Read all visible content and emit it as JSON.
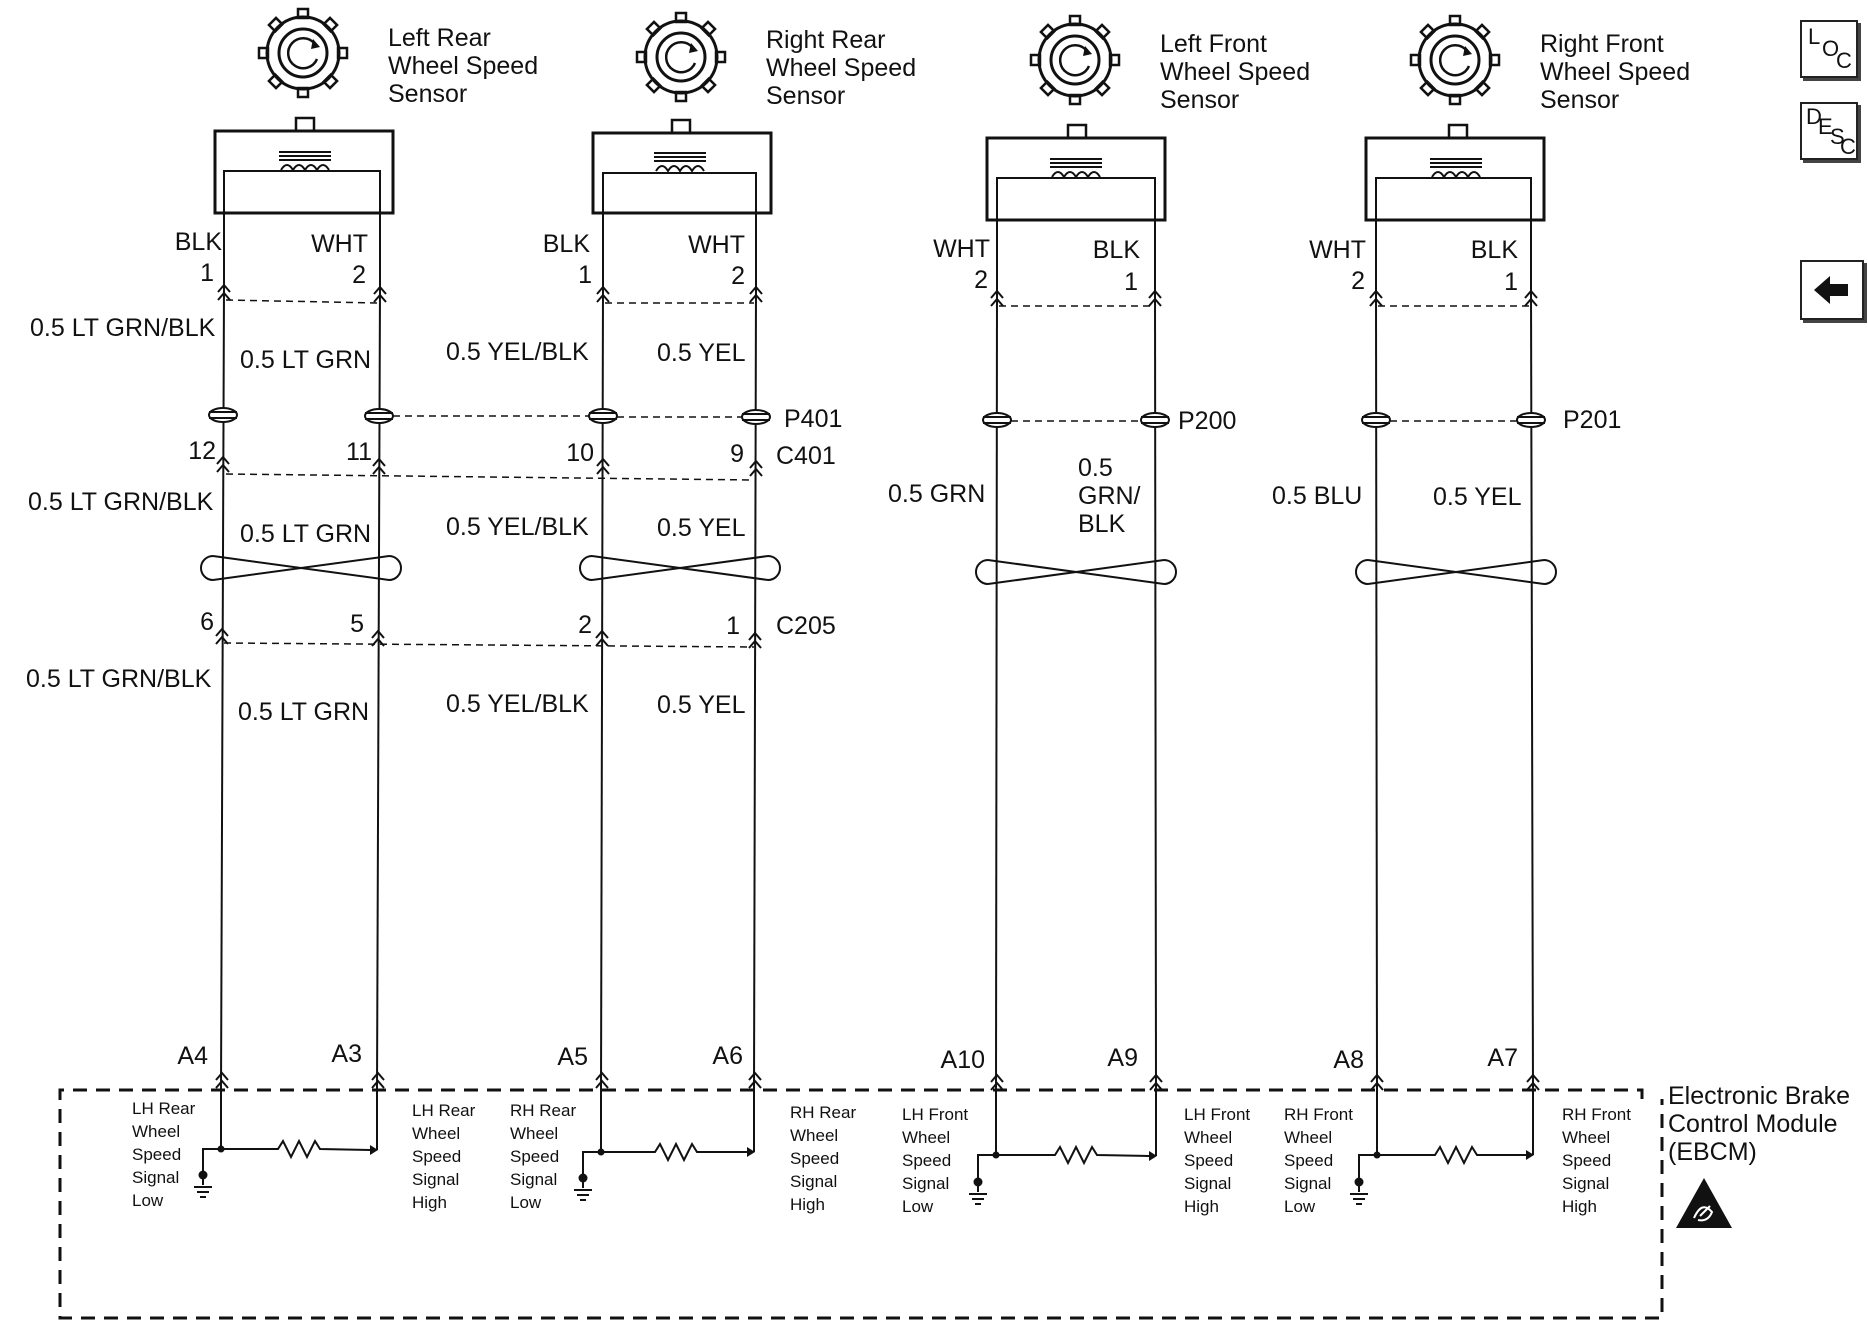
{
  "sensors": [
    {
      "title": [
        "Left Rear",
        "Wheel Speed",
        "Sensor"
      ],
      "left_color": "BLK",
      "left_pin": "1",
      "right_color": "WHT",
      "right_pin": "2"
    },
    {
      "title": [
        "Right Rear",
        "Wheel Speed",
        "Sensor"
      ],
      "left_color": "BLK",
      "left_pin": "1",
      "right_color": "WHT",
      "right_pin": "2"
    },
    {
      "title": [
        "Left Front",
        "Wheel Speed",
        "Sensor"
      ],
      "left_color": "WHT",
      "left_pin": "2",
      "right_color": "BLK",
      "right_pin": "1"
    },
    {
      "title": [
        "Right Front",
        "Wheel Speed",
        "Sensor"
      ],
      "left_color": "WHT",
      "left_pin": "2",
      "right_color": "BLK",
      "right_pin": "1"
    }
  ],
  "wires": {
    "lr_low": [
      "0.5 LT GRN/BLK",
      "0.5 LT GRN/BLK",
      "0.5 LT GRN/BLK"
    ],
    "lr_high": [
      "0.5 LT GRN",
      "0.5 LT GRN",
      "0.5 LT GRN"
    ],
    "rr_low": [
      "0.5 YEL/BLK",
      "0.5 YEL/BLK",
      "0.5 YEL/BLK"
    ],
    "rr_high": [
      "0.5 YEL",
      "0.5 YEL",
      "0.5 YEL"
    ],
    "lf_low": "0.5 GRN",
    "lf_high": [
      "0.5",
      "GRN/",
      "BLK"
    ],
    "rf_low": "0.5 BLU",
    "rf_high": "0.5 YEL"
  },
  "connectors": {
    "p401": "P401",
    "c401": "C401",
    "c205": "C205",
    "p200": "P200",
    "p201": "P201",
    "c401_pins": [
      "12",
      "11",
      "10",
      "9"
    ],
    "c205_pins": [
      "6",
      "5",
      "2",
      "1"
    ]
  },
  "ebcm": {
    "title": [
      "Electronic Brake",
      "Control Module",
      "(EBCM)"
    ],
    "pins": [
      "A4",
      "A3",
      "A5",
      "A6",
      "A10",
      "A9",
      "A8",
      "A7"
    ],
    "signals": [
      [
        "LH Rear",
        "Wheel",
        "Speed",
        "Signal",
        "Low"
      ],
      [
        "LH Rear",
        "Wheel",
        "Speed",
        "Signal",
        "High"
      ],
      [
        "RH Rear",
        "Wheel",
        "Speed",
        "Signal",
        "Low"
      ],
      [
        "RH Rear",
        "Wheel",
        "Speed",
        "Signal",
        "High"
      ],
      [
        "LH Front",
        "Wheel",
        "Speed",
        "Signal",
        "Low"
      ],
      [
        "LH Front",
        "Wheel",
        "Speed",
        "Signal",
        "High"
      ],
      [
        "RH Front",
        "Wheel",
        "Speed",
        "Signal",
        "Low"
      ],
      [
        "RH Front",
        "Wheel",
        "Speed",
        "Signal",
        "High"
      ]
    ]
  },
  "nav": {
    "loc": [
      "L",
      "O",
      "C"
    ],
    "desc": [
      "D",
      "E",
      "S",
      "C"
    ],
    "back_icon": "arrow-left-icon"
  }
}
